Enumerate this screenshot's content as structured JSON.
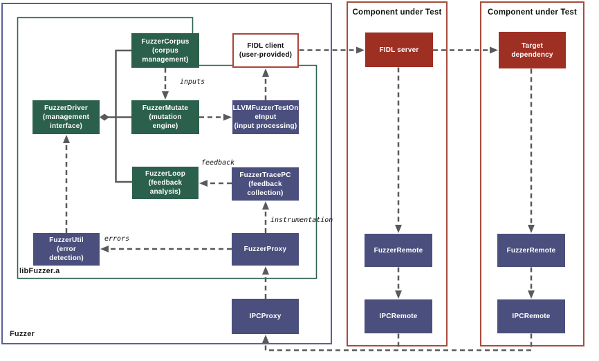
{
  "groups": {
    "fuzzer": "Fuzzer",
    "libfuzzer": "libFuzzer.a",
    "cut1": "Component under Test",
    "cut2": "Component under Test"
  },
  "nodes": {
    "fuzzer_corpus": "FuzzerCorpus\n(corpus\nmanagement)",
    "fidl_client": "FIDL client\n(user-provided)",
    "fuzzer_driver": "FuzzerDriver\n(management\ninterface)",
    "fuzzer_mutate": "FuzzerMutate\n(mutation\nengine)",
    "llvm_fuzzer_test_one_input": "LLVMFuzzerTestOn\neInput\n(input processing)",
    "fuzzer_loop": "FuzzerLoop\n(feedback\nanalysis)",
    "fuzzer_trace_pc": "FuzzerTracePC\n(feedback\ncollection)",
    "fuzzer_util": "FuzzerUtil\n(error\ndetection)",
    "fuzzer_proxy": "FuzzerProxy",
    "ipc_proxy": "IPCProxy",
    "fidl_server": "FIDL server",
    "target_dependency": "Target\ndependency",
    "fuzzer_remote_1": "FuzzerRemote",
    "ipc_remote_1": "IPCRemote",
    "fuzzer_remote_2": "FuzzerRemote",
    "ipc_remote_2": "IPCRemote"
  },
  "edge_labels": {
    "inputs": "inputs",
    "feedback": "feedback",
    "errors": "errors",
    "instrumentation": "instrumentation"
  },
  "colors": {
    "green_box": "#2b604d",
    "blue_box": "#4a4f7d",
    "red_box": "#9e2f23",
    "red_border": "#a74b3c",
    "client_border": "#ad4437",
    "blue_border": "#5b6096",
    "green_border": "#2d6350",
    "line_gray": "#58595b"
  }
}
